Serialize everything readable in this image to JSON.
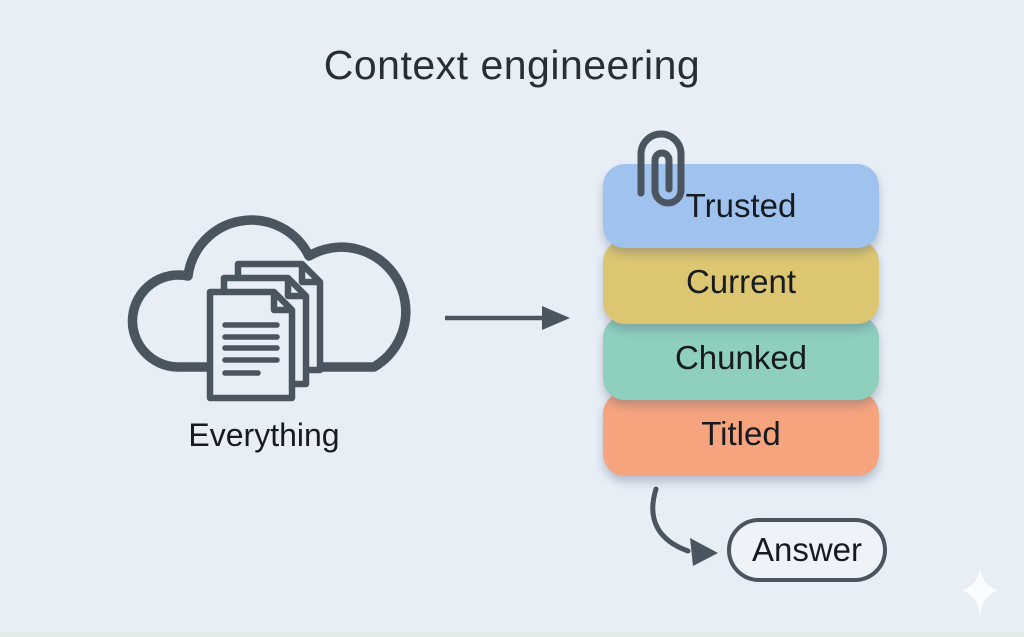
{
  "title": {
    "text": "Context engineering"
  },
  "source": {
    "label": "Everything",
    "icon": "cloud-documents-icon"
  },
  "flow": {
    "source_to_stack_icon": "arrow-right-icon",
    "stack_to_answer_icon": "curved-arrow-icon"
  },
  "stack": {
    "attachment_icon": "paperclip-icon",
    "items": [
      {
        "label": "Trusted",
        "color": "#9fc3ee"
      },
      {
        "label": "Current",
        "color": "#ddc671"
      },
      {
        "label": "Chunked",
        "color": "#8fcfbe"
      },
      {
        "label": "Titled",
        "color": "#f5a47e"
      }
    ]
  },
  "answer": {
    "label": "Answer"
  },
  "decor": {
    "sparkle_icon": "sparkle-icon"
  },
  "colors": {
    "background": "#e8eef6",
    "ink": "#4a5560",
    "title_text": "#272e35",
    "label_text": "#171b20",
    "answer_border": "#4a5560",
    "answer_fill": "#edf3f9"
  }
}
